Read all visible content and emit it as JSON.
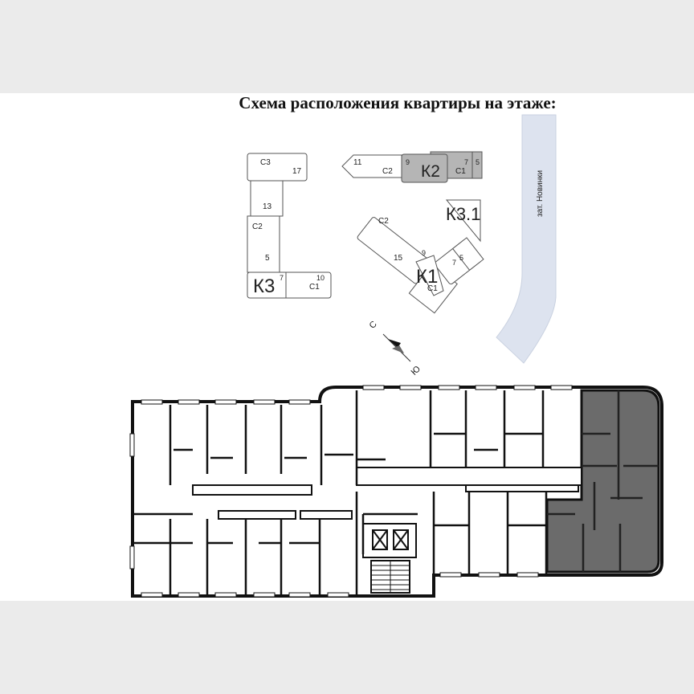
{
  "title": "Схема расположения квартиры на этаже:",
  "street": "зат. Новинки",
  "compass": {
    "north": "С",
    "south": "Ю"
  },
  "sections": {
    "k3": {
      "name": "К3",
      "sup": "7",
      "c3": "С3",
      "n17": "17",
      "n13": "13",
      "c2": "С2",
      "n5": "5",
      "c1": "С1",
      "n10": "10"
    },
    "k2": {
      "name": "К2",
      "n11": "11",
      "c2": "С2",
      "n9": "9",
      "n7": "7",
      "c1": "С1",
      "n5": "5"
    },
    "k31": {
      "name": "К3.1"
    },
    "k1": {
      "name": "К1",
      "c2": "С2",
      "n15": "15",
      "n9": "9",
      "n7": "7",
      "n5": "5",
      "c1": "С1"
    }
  },
  "colors": {
    "highlight": "#b5b5b5",
    "selected_apartment": "#6b6b6b",
    "street": "#dde3ef",
    "walls": "#111111"
  }
}
